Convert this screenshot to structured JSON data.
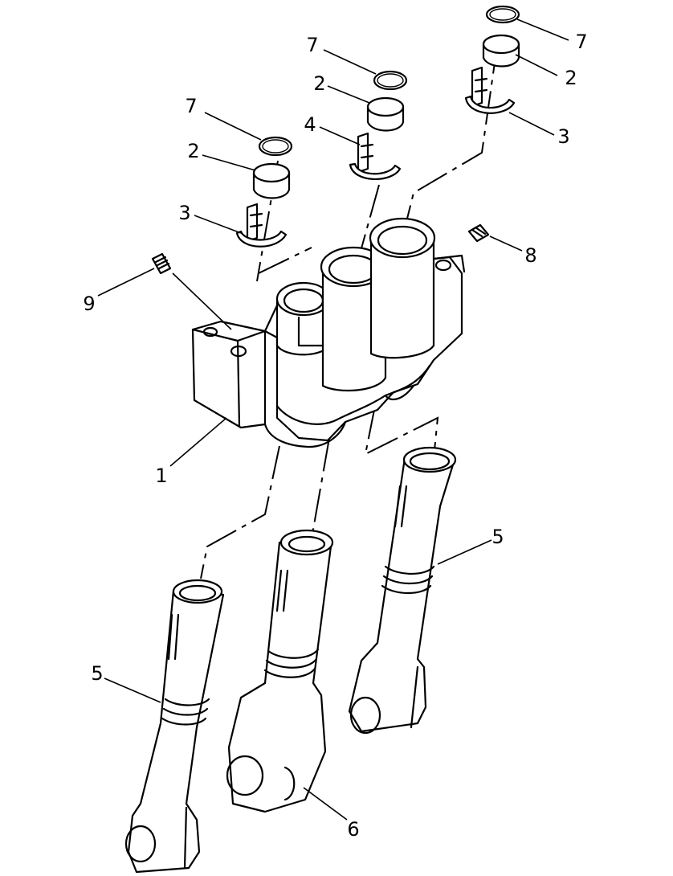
{
  "callouts": [
    {
      "id": "c1",
      "label": "1"
    },
    {
      "id": "c2a",
      "label": "2"
    },
    {
      "id": "c2b",
      "label": "2"
    },
    {
      "id": "c2c",
      "label": "2"
    },
    {
      "id": "c3a",
      "label": "3"
    },
    {
      "id": "c3b",
      "label": "3"
    },
    {
      "id": "c4",
      "label": "4"
    },
    {
      "id": "c5a",
      "label": "5"
    },
    {
      "id": "c5b",
      "label": "5"
    },
    {
      "id": "c6",
      "label": "6"
    },
    {
      "id": "c7a",
      "label": "7"
    },
    {
      "id": "c7b",
      "label": "7"
    },
    {
      "id": "c7c",
      "label": "7"
    },
    {
      "id": "c8",
      "label": "8"
    },
    {
      "id": "c9",
      "label": "9"
    }
  ],
  "line_color": "#000000",
  "background": "#ffffff"
}
